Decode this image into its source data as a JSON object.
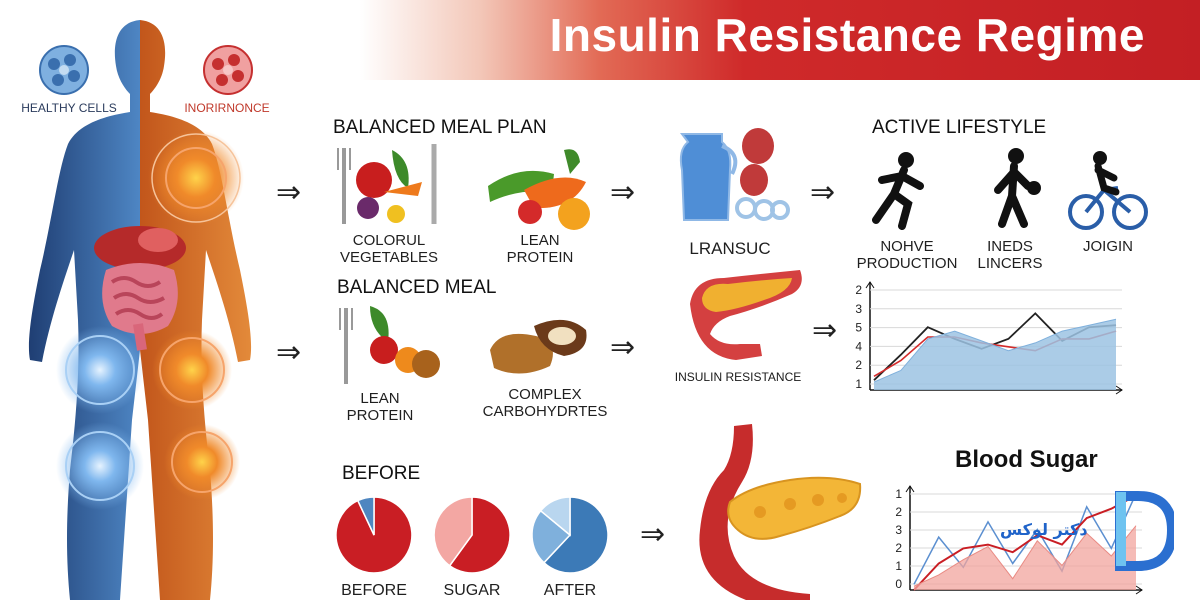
{
  "title": "Insulin Resistance Regime",
  "body_figure": {
    "left_label": "HEALTHY CELLS",
    "right_label": "INORIRNONCE"
  },
  "meal_plan": {
    "heading": "BALANCED MEAL PLAN",
    "items": [
      "COLORUL\nVEGETABLES",
      "LEAN\nPROTEIN"
    ]
  },
  "lransuc": {
    "label": "LRANSUC"
  },
  "active_lifestyle": {
    "heading": "ACTIVE LIFESTYLE",
    "items": [
      "NOHVE\nPRODUCTION",
      "INEDS\nLINCERS",
      "JOIGIN"
    ]
  },
  "balanced_meal": {
    "heading": "BALANCED MEAL",
    "items": [
      "LEAN\nPROTEIN",
      "COMPLEX\nCARBOHYDRTES"
    ]
  },
  "pancreas_mid": {
    "label": "INSULIN RESISTANCE"
  },
  "before_section": {
    "heading": "BEFORE",
    "pies": [
      {
        "label": "BEFORE",
        "slices": [
          0.93,
          0.07
        ],
        "colors": [
          "#c91e24",
          "#4f86c0"
        ]
      },
      {
        "label": "SUGAR",
        "slices": [
          0.6,
          0.4
        ],
        "colors": [
          "#c91e24",
          "#f3a7a3"
        ]
      },
      {
        "label": "AFTER",
        "slices": [
          0.62,
          0.24,
          0.14
        ],
        "colors": [
          "#3c7ab7",
          "#7fb0dc",
          "#b9d6ef"
        ]
      }
    ]
  },
  "chart_data": [
    {
      "type": "line",
      "title": "",
      "xlabel": "",
      "ylabel": "",
      "y_ticks": [
        "2",
        "3",
        "5",
        "4",
        "2",
        "1"
      ],
      "series": [
        {
          "values": [
            0.5,
            1.8,
            3.2,
            2.6,
            2.1,
            2.6,
            3.9,
            2.5,
            3.2,
            3.3
          ]
        },
        {
          "values": [
            0.7,
            1.5,
            2.7,
            2.7,
            2.4,
            2.2,
            2.0,
            2.6,
            2.6,
            3.0
          ]
        },
        {
          "values": [
            0.4,
            1.0,
            2.6,
            3.0,
            2.5,
            2.0,
            2.4,
            3.0,
            3.3,
            3.6
          ]
        }
      ]
    },
    {
      "type": "line",
      "title": "Blood Sugar",
      "xlabel": "",
      "ylabel": "",
      "y_ticks": [
        "1",
        "2",
        "3",
        "2",
        "1",
        "0"
      ],
      "series": [
        {
          "values": [
            0.3,
            2.8,
            1.2,
            3.6,
            1.4,
            3.2,
            1.0,
            4.4,
            2.2,
            5.1
          ]
        },
        {
          "values": [
            0.0,
            1.4,
            2.2,
            2.4,
            2.0,
            2.9,
            2.4,
            3.8,
            4.3,
            5.0
          ]
        },
        {
          "values": [
            0.2,
            0.8,
            1.6,
            2.3,
            0.6,
            2.6,
            1.3,
            3.0,
            1.8,
            3.4
          ]
        }
      ]
    }
  ],
  "logo": {
    "text": "دكتر لوكس"
  },
  "colors": {
    "banner_red": "#c31f24",
    "healthy_blue": "#3a6fae",
    "inflamed_orange": "#e0621f",
    "chart_blue_fill": "#9cc3e3",
    "chart_red": "#d52b2b"
  }
}
